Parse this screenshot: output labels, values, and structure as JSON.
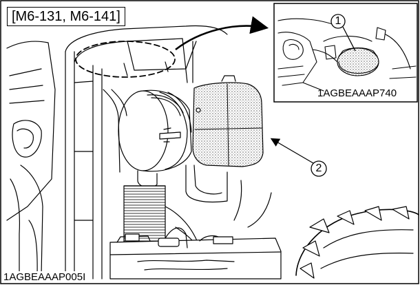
{
  "figure": {
    "model_label": "[M6-131, M6-141]",
    "main_image_code": "1AGBEAAAP005I",
    "inset_image_code": "1AGBEAAAP740"
  },
  "callouts": [
    {
      "number": "1"
    },
    {
      "number": "2"
    }
  ],
  "colors": {
    "line": "#000000",
    "background": "#ffffff",
    "stipple": "#9a9a9a"
  }
}
